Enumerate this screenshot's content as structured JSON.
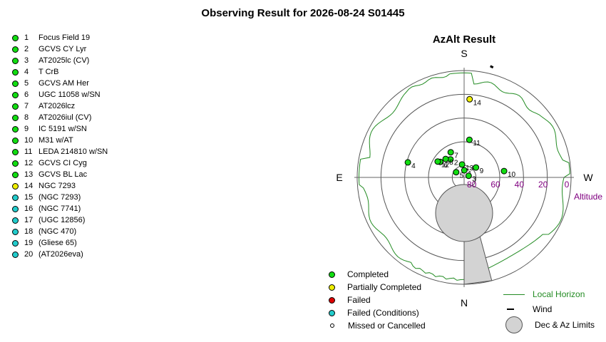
{
  "page_title": "Observing Result for 2026-08-24 S01445",
  "colors": {
    "completed": "#11dd11",
    "partial": "#eeee00",
    "failed": "#dd0000",
    "failed_conditions": "#22cccc",
    "missed": "#ffffff",
    "horizon": "#228b22",
    "altitude": "#800080",
    "limit_fill": "#d3d3d3"
  },
  "targets": [
    {
      "num": "1",
      "name": "Focus Field 19",
      "status": "completed"
    },
    {
      "num": "2",
      "name": "GCVS CY Lyr",
      "status": "completed"
    },
    {
      "num": "3",
      "name": "AT2025lc (CV)",
      "status": "completed"
    },
    {
      "num": "4",
      "name": "T CrB",
      "status": "completed"
    },
    {
      "num": "5",
      "name": "GCVS AM Her",
      "status": "completed"
    },
    {
      "num": "6",
      "name": "UGC 11058 w/SN",
      "status": "completed"
    },
    {
      "num": "7",
      "name": "AT2026lcz",
      "status": "completed"
    },
    {
      "num": "8",
      "name": "AT2026iul (CV)",
      "status": "completed"
    },
    {
      "num": "9",
      "name": "IC 5191 w/SN",
      "status": "completed"
    },
    {
      "num": "10",
      "name": "M31 w/AT",
      "status": "completed"
    },
    {
      "num": "11",
      "name": "LEDA 214810 w/SN",
      "status": "completed"
    },
    {
      "num": "12",
      "name": "GCVS CI Cyg",
      "status": "completed"
    },
    {
      "num": "13",
      "name": "GCVS BL Lac",
      "status": "completed"
    },
    {
      "num": "14",
      "name": "NGC 7293",
      "status": "partial"
    },
    {
      "num": "15",
      "name": "(NGC 7293)",
      "status": "failed_conditions"
    },
    {
      "num": "16",
      "name": "(NGC 7741)",
      "status": "failed_conditions"
    },
    {
      "num": "17",
      "name": "(UGC 12856)",
      "status": "failed_conditions"
    },
    {
      "num": "18",
      "name": "(NGC 470)",
      "status": "failed_conditions"
    },
    {
      "num": "19",
      "name": "(Gliese 65)",
      "status": "failed_conditions"
    },
    {
      "num": "20",
      "name": "(AT2026eva)",
      "status": "failed_conditions"
    }
  ],
  "chart_data": {
    "type": "scatter",
    "projection": "polar azimuth-altitude",
    "title": "AzAlt Result",
    "directions": {
      "top": "S",
      "bottom": "N",
      "left": "E",
      "right": "W"
    },
    "altitude_axis_label": "Altitude",
    "altitude_ticks": [
      "80",
      "60",
      "40",
      "20",
      "0"
    ],
    "altitude_rings_deg": [
      0,
      20,
      40,
      60,
      80
    ],
    "points": [
      {
        "label": "1",
        "az_deg": 178,
        "alt_deg": 84,
        "status": "completed"
      },
      {
        "label": "2",
        "az_deg": 217,
        "alt_deg": 71,
        "status": "completed"
      },
      {
        "label": "3",
        "az_deg": 110,
        "alt_deg": 86,
        "status": "completed"
      },
      {
        "label": "4",
        "az_deg": 255,
        "alt_deg": 41,
        "status": "completed"
      },
      {
        "label": "5",
        "az_deg": 237,
        "alt_deg": 82,
        "status": "completed"
      },
      {
        "label": "6",
        "az_deg": 237,
        "alt_deg": 66,
        "status": "completed"
      },
      {
        "label": "7",
        "az_deg": 208,
        "alt_deg": 66,
        "status": "completed"
      },
      {
        "label": "8",
        "az_deg": 225,
        "alt_deg": 68,
        "status": "completed"
      },
      {
        "label": "9",
        "az_deg": 130,
        "alt_deg": 77,
        "status": "completed"
      },
      {
        "label": "10",
        "az_deg": 99,
        "alt_deg": 56,
        "status": "completed"
      },
      {
        "label": "11",
        "az_deg": 172,
        "alt_deg": 58,
        "status": "completed"
      },
      {
        "label": "12",
        "az_deg": 239,
        "alt_deg": 64,
        "status": "completed"
      },
      {
        "label": "13",
        "az_deg": 189,
        "alt_deg": 79,
        "status": "completed"
      },
      {
        "label": "14",
        "az_deg": 176,
        "alt_deg": 24,
        "status": "partial"
      }
    ],
    "dec_limit": {
      "az_deg": 0,
      "center_alt_deg": 60,
      "radius_deg": 24
    },
    "az_limit_deg": [
      0,
      15
    ],
    "wind_az_deg": 166
  },
  "legend_left": [
    {
      "label": "Completed",
      "status": "completed"
    },
    {
      "label": "Partially Completed",
      "status": "partial"
    },
    {
      "label": "Failed",
      "status": "failed"
    },
    {
      "label": "Failed (Conditions)",
      "status": "failed_conditions"
    },
    {
      "label": "Missed or Cancelled",
      "status": "missed"
    }
  ],
  "legend_right": {
    "horizon": "Local Horizon",
    "wind": "Wind",
    "limits": "Dec & Az Limits"
  }
}
